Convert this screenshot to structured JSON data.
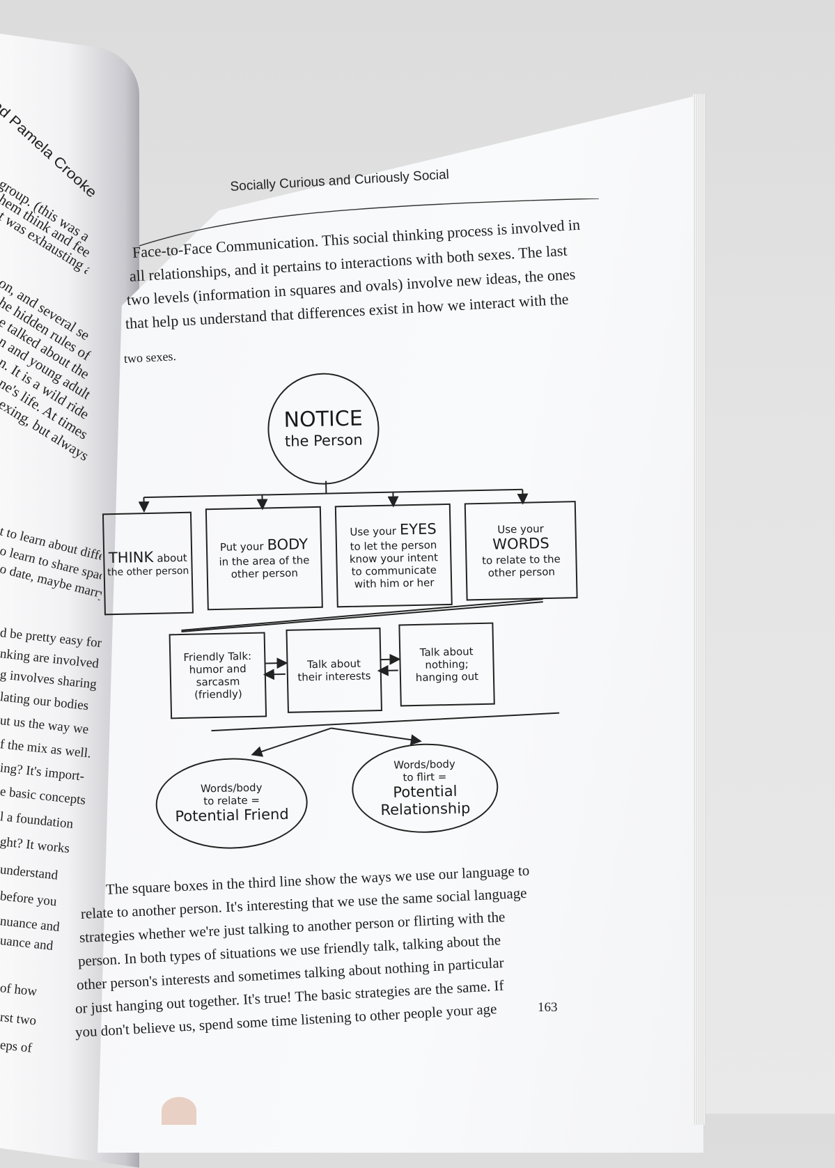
{
  "left_page": {
    "header": "nd Pamela Crooke",
    "fragments": [
      "group. (this was a good",
      "hem think and feel be",
      "t was exhausting and",
      "on, and several ses-",
      "he hidden rules of",
      "e talked about the",
      "n and young adult",
      "n. It is a wild ride",
      "ne's life. At times",
      "exing, but always",
      "t to learn about differ-",
      "o learn to share space",
      "o date, maybe marry",
      "d be pretty easy for",
      "nking are involved",
      "g involves sharing",
      "lating our bodies",
      "ut us the way we",
      "f the mix as well.",
      "ing? It's import-",
      "e basic concepts",
      "l a foundation",
      "ght? It works",
      "understand",
      "before you",
      "nuance and",
      "uance and",
      "of how",
      "rst two",
      "eps of"
    ]
  },
  "running_head": "Socially Curious and Curiously Social",
  "top_paragraph": [
    "Face-to-Face Communication. This social thinking process is involved in",
    "all relationships, and it pertains to interactions with both sexes. The last",
    "two levels (information in squares and ovals) involve new ideas, the ones",
    "that help us understand that differences exist in how we interact with the",
    "two sexes."
  ],
  "diagram": {
    "root": {
      "line1": "NOTICE",
      "line2": "the Person"
    },
    "level2": [
      {
        "big": "THINK",
        "rest": "about",
        "small": "the other person"
      },
      {
        "pre": "Put your",
        "big": "BODY",
        "small1": "in the area of the",
        "small2": "other person"
      },
      {
        "pre": "Use your",
        "big": "EYES",
        "l1": "to let the person",
        "l2": "know your intent",
        "l3": "to communicate",
        "l4": "with him or her"
      },
      {
        "pre": "Use your",
        "big": "WORDS",
        "l1": "to relate to the",
        "l2": "other person"
      }
    ],
    "level3": [
      {
        "l1": "Friendly Talk:",
        "l2": "humor and",
        "l3": "sarcasm",
        "l4": "(friendly)"
      },
      {
        "l1": "Talk about",
        "l2": "their interests"
      },
      {
        "l1": "Talk about",
        "l2": "nothing;",
        "l3": "hanging out"
      }
    ],
    "outcomes": [
      {
        "l1": "Words/body",
        "l2": "to relate =",
        "big": "Potential Friend"
      },
      {
        "l1": "Words/body",
        "l2": "to flirt =",
        "big1": "Potential",
        "big2": "Relationship"
      }
    ]
  },
  "bottom_paragraph": [
    "The square boxes in the third line show the ways we use our language to",
    "relate to another person. It's interesting that we use the same social language",
    "strategies whether we're just talking to another person or flirting with the",
    "person. In both types of situations we use friendly talk, talking about the",
    "other person's interests and sometimes talking about nothing in particular",
    "or just hanging out together. It's true! The basic strategies are the same. If",
    "you don't believe us, spend some time listening to other people your age"
  ],
  "page_number": "163"
}
